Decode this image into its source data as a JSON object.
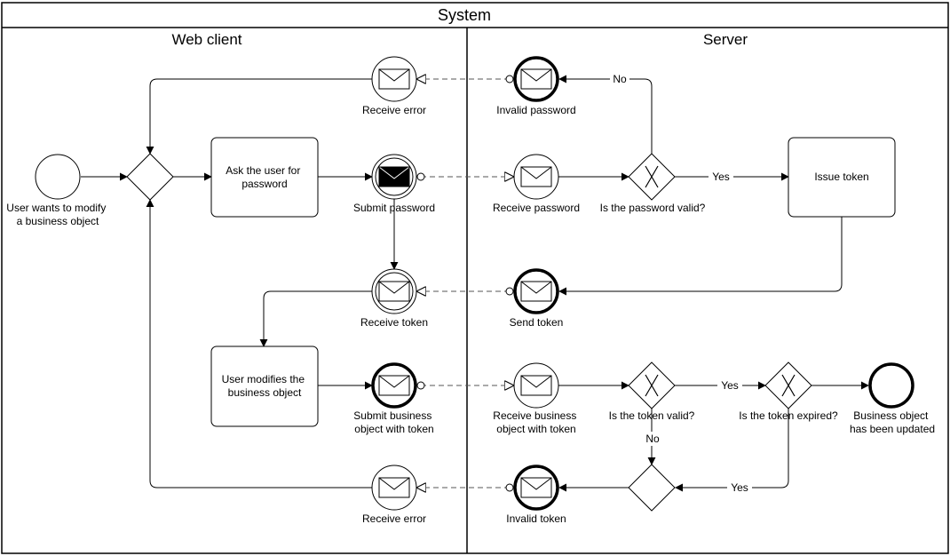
{
  "pool": {
    "title": "System"
  },
  "lanes": {
    "client": "Web client",
    "server": "Server"
  },
  "events": {
    "start": [
      "User wants to modify",
      "a business object"
    ],
    "receive_error_top": [
      "Receive error"
    ],
    "invalid_password": [
      "Invalid password"
    ],
    "submit_password": [
      "Submit password"
    ],
    "receive_password": [
      "Receive password"
    ],
    "receive_token": [
      "Receive token"
    ],
    "send_token": [
      "Send token"
    ],
    "submit_business": [
      "Submit business",
      "object with token"
    ],
    "receive_business": [
      "Receive business",
      "object with token"
    ],
    "end": [
      "Business object",
      "has been updated"
    ],
    "receive_error_bottom": [
      "Receive error"
    ],
    "invalid_token": [
      "Invalid token"
    ]
  },
  "tasks": {
    "ask_password": [
      "Ask the user for",
      "password"
    ],
    "issue_token": [
      "Issue token"
    ],
    "user_modifies": [
      "User modifies the",
      "business object"
    ]
  },
  "gateways": {
    "password_valid": [
      "Is the password valid?"
    ],
    "token_valid": [
      "Is the token valid?"
    ],
    "token_expired": [
      "Is the token expired?"
    ]
  },
  "flow_labels": {
    "no_password": "No",
    "yes_password": "Yes",
    "yes_token_valid": "Yes",
    "no_token_valid": "No",
    "yes_token_expired": "Yes"
  }
}
